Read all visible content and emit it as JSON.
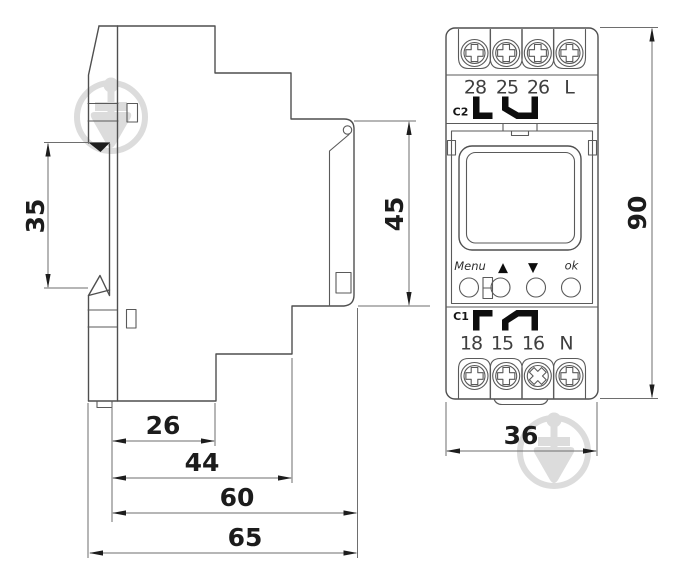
{
  "side_view": {
    "dim_35": "35",
    "dim_45": "45",
    "dim_26": "26",
    "dim_44": "44",
    "dim_60": "60",
    "dim_65": "65"
  },
  "front_view": {
    "dim_36": "36",
    "dim_90": "90",
    "top": {
      "group": "C2",
      "terminals": [
        "28",
        "25",
        "26",
        "L"
      ]
    },
    "bottom": {
      "group": "C1",
      "terminals": [
        "18",
        "15",
        "16",
        "N"
      ]
    },
    "controls": {
      "menu": "Menu",
      "up": "▲",
      "down": "▼",
      "ok": "ok"
    }
  }
}
